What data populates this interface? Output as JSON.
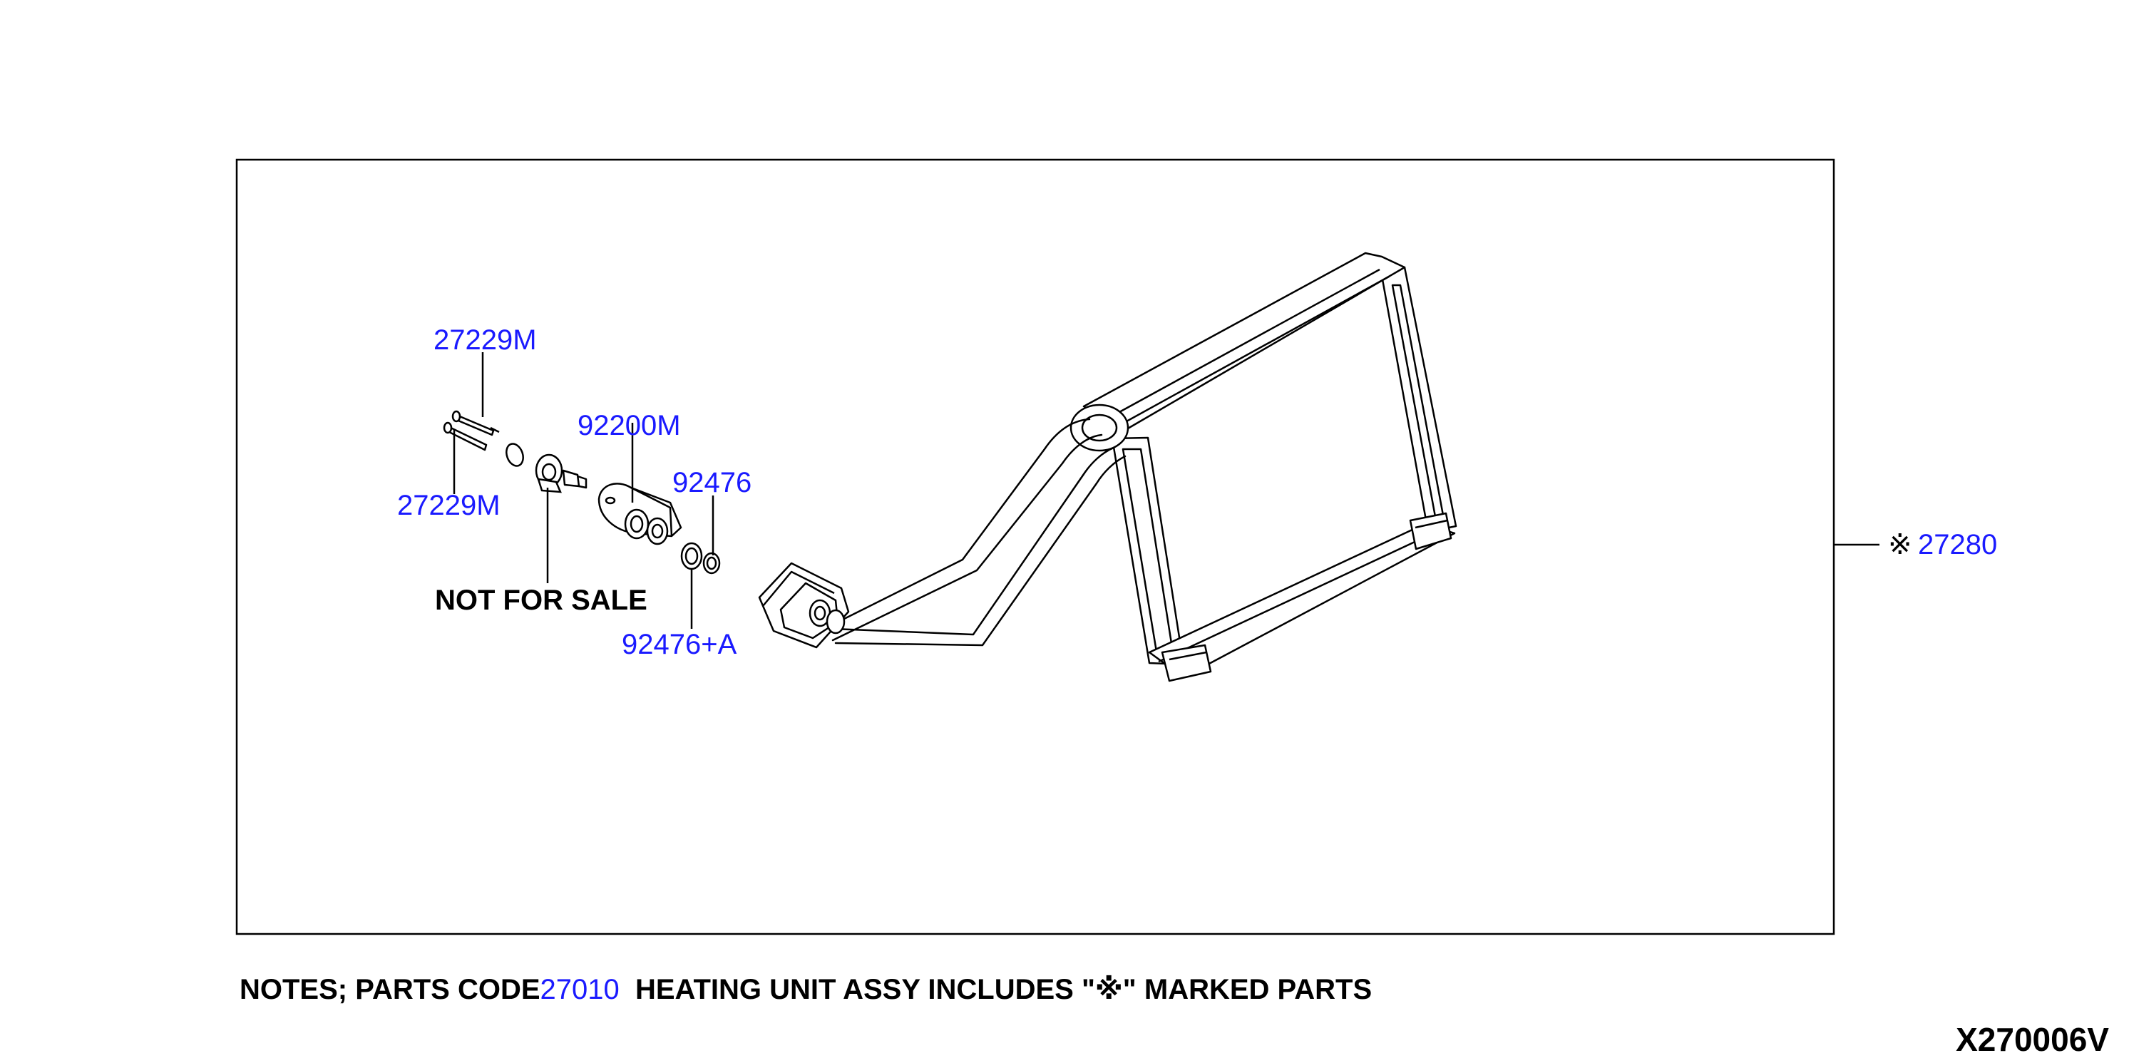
{
  "colors": {
    "callout": "#1a1aff",
    "ink": "#000000",
    "background": "#ffffff"
  },
  "callouts": {
    "bolt_upper": "27229M",
    "bolt_lower": "27229M",
    "expansion_valve": "92200M",
    "o_ring_small": "92476",
    "o_ring_large": "92476+A",
    "evaporator_mark": "※",
    "evaporator": "27280"
  },
  "labels": {
    "not_for_sale": "NOT FOR SALE"
  },
  "notes": {
    "prefix": "NOTES; PARTS CODE",
    "code": "27010",
    "suffix": "  HEATING UNIT ASSY INCLUDES \"※\" MARKED PARTS"
  },
  "diagram_code": "X270006V"
}
